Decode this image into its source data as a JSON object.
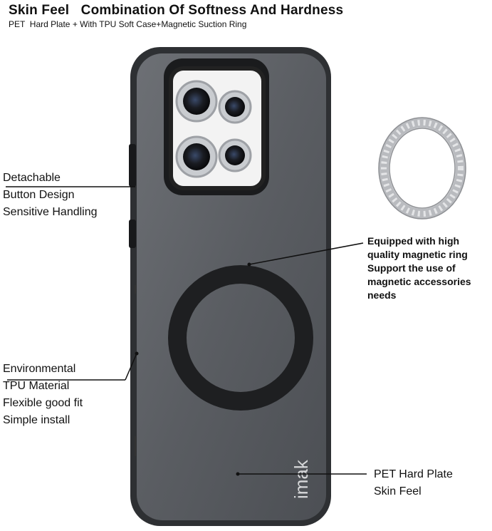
{
  "header": {
    "title": "Skin Feel   Combination Of Softness And Hardness",
    "subtitle": "PET  Hard Plate + With TPU Soft Case+Magnetic Suction Ring"
  },
  "callouts": {
    "button": [
      "Detachable",
      "Button Design",
      "Sensitive Handling"
    ],
    "magnet": [
      "Equipped with high",
      "quality magnetic ring",
      "Support the use of",
      "magnetic accessories",
      "needs"
    ],
    "tpu": [
      "Environmental",
      "TPU Material",
      "Flexible good fit",
      "Simple install"
    ],
    "pet": [
      "PET Hard Plate",
      "Skin Feel"
    ]
  },
  "brand": {
    "logo": "imak"
  },
  "colors": {
    "case_body": "#5e6166",
    "case_edge": "#2e3033",
    "ring": "#1e1f21",
    "text": "#111111"
  }
}
